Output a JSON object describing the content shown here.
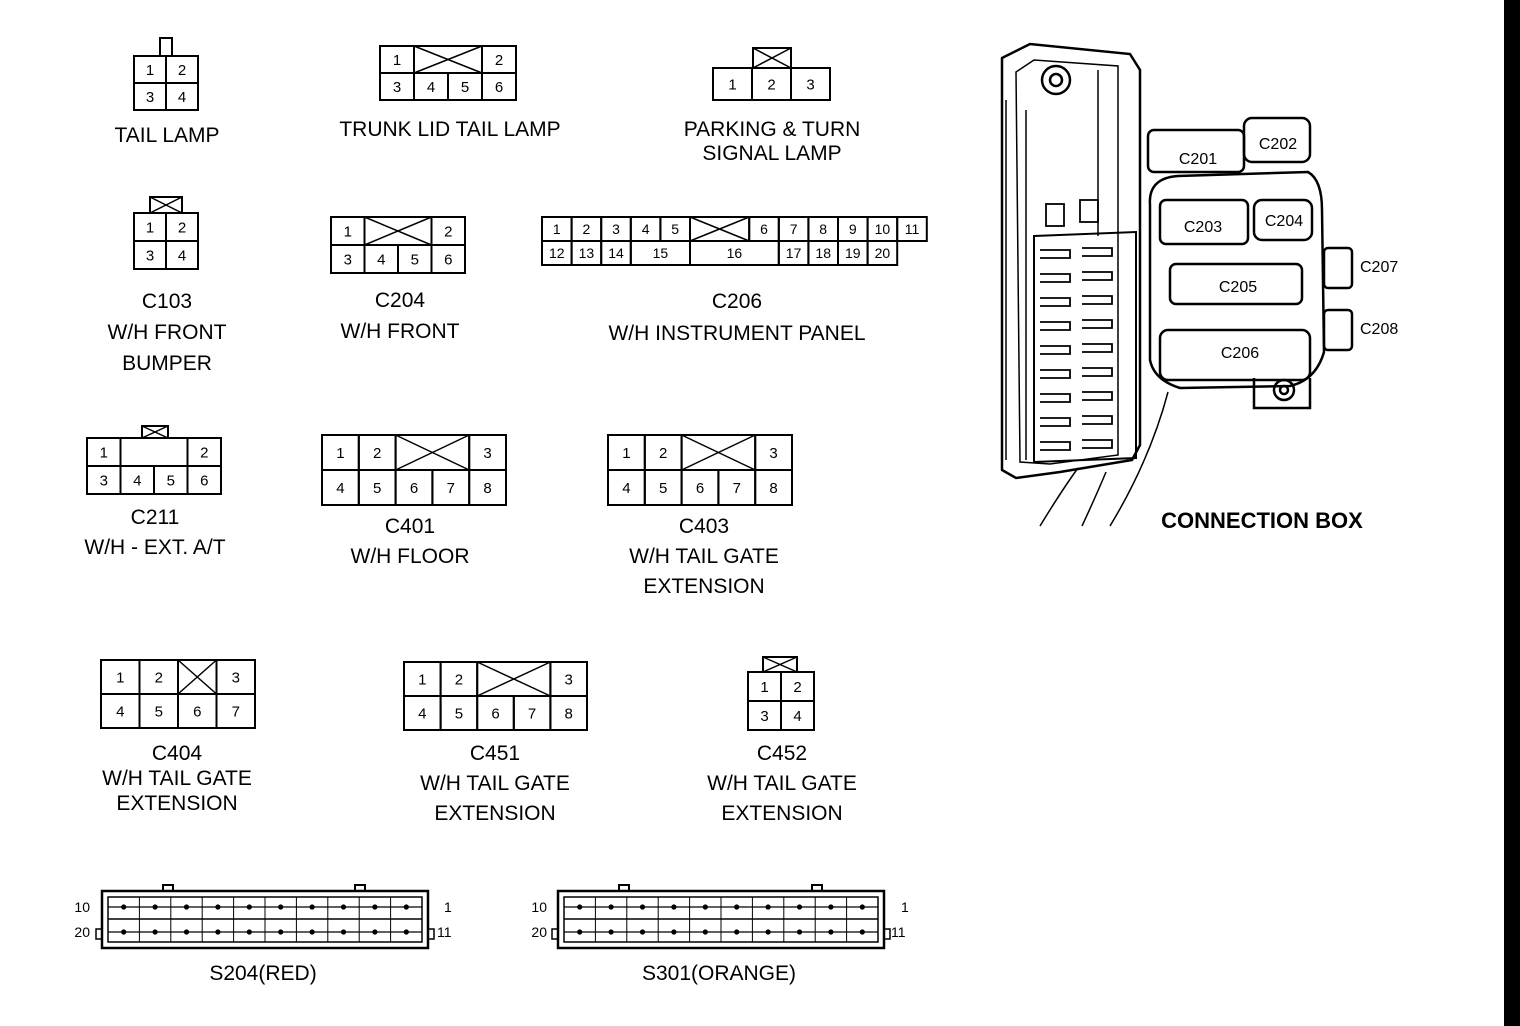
{
  "connectors": [
    {
      "id": "tail_lamp",
      "label_lines": [
        "TAIL LAMP"
      ],
      "rows": [
        [
          {
            "t": "1"
          },
          {
            "t": "2"
          }
        ],
        [
          {
            "t": "3"
          },
          {
            "t": "4"
          }
        ]
      ]
    },
    {
      "id": "trunk_lid",
      "label_lines": [
        "TRUNK LID TAIL LAMP"
      ],
      "rows": [
        [
          {
            "t": "1"
          },
          {
            "t": "",
            "x": 1,
            "span": 2
          },
          {
            "t": "2"
          }
        ],
        [
          {
            "t": "3"
          },
          {
            "t": "4"
          },
          {
            "t": "5"
          },
          {
            "t": "6"
          }
        ]
      ]
    },
    {
      "id": "parking",
      "label_lines": [
        "PARKING & TURN",
        "SIGNAL LAMP"
      ],
      "rows": [
        [
          {
            "t": "1"
          },
          {
            "t": "2"
          },
          {
            "t": "3"
          }
        ]
      ]
    },
    {
      "id": "c103",
      "label_lines": [
        "C103",
        "W/H FRONT",
        "BUMPER"
      ],
      "rows": [
        [
          {
            "t": "1"
          },
          {
            "t": "2"
          }
        ],
        [
          {
            "t": "3"
          },
          {
            "t": "4"
          }
        ]
      ]
    },
    {
      "id": "c204",
      "label_lines": [
        "C204",
        "W/H FRONT"
      ],
      "rows": [
        [
          {
            "t": "1"
          },
          {
            "t": "",
            "x": 1,
            "span": 2
          },
          {
            "t": "2"
          }
        ],
        [
          {
            "t": "3"
          },
          {
            "t": "4"
          },
          {
            "t": "5"
          },
          {
            "t": "6"
          }
        ]
      ]
    },
    {
      "id": "c206",
      "label_lines": [
        "C206",
        "W/H INSTRUMENT PANEL"
      ],
      "rows": [
        [
          {
            "t": "1"
          },
          {
            "t": "2"
          },
          {
            "t": "3"
          },
          {
            "t": "4"
          },
          {
            "t": "5"
          },
          {
            "t": "",
            "x": 1,
            "span": 2
          },
          {
            "t": "6"
          },
          {
            "t": "7"
          },
          {
            "t": "8"
          },
          {
            "t": "9"
          },
          {
            "t": "10"
          },
          {
            "t": "11"
          }
        ],
        [
          {
            "t": "12"
          },
          {
            "t": "13"
          },
          {
            "t": "14"
          },
          {
            "t": "15",
            "span": 2
          },
          {
            "t": "16",
            "span": 3
          },
          {
            "t": "17"
          },
          {
            "t": "18"
          },
          {
            "t": "19"
          },
          {
            "t": "20"
          }
        ]
      ]
    },
    {
      "id": "c211",
      "label_lines": [
        "C211",
        "W/H - EXT. A/T"
      ],
      "rows": [
        [
          {
            "t": "1"
          },
          {
            "t": "",
            "span": 2
          },
          {
            "t": "2"
          }
        ],
        [
          {
            "t": "3"
          },
          {
            "t": "4"
          },
          {
            "t": "5"
          },
          {
            "t": "6"
          }
        ]
      ]
    },
    {
      "id": "c401",
      "label_lines": [
        "C401",
        "W/H FLOOR"
      ],
      "rows": [
        [
          {
            "t": "1"
          },
          {
            "t": "2"
          },
          {
            "t": "",
            "x": 1,
            "span": 2
          },
          {
            "t": "3"
          }
        ],
        [
          {
            "t": "4"
          },
          {
            "t": "5"
          },
          {
            "t": "6"
          },
          {
            "t": "7"
          },
          {
            "t": "8"
          }
        ]
      ]
    },
    {
      "id": "c403",
      "label_lines": [
        "C403",
        "W/H TAIL GATE",
        "EXTENSION"
      ],
      "rows": [
        [
          {
            "t": "1"
          },
          {
            "t": "2"
          },
          {
            "t": "",
            "x": 1,
            "span": 2
          },
          {
            "t": "3"
          }
        ],
        [
          {
            "t": "4"
          },
          {
            "t": "5"
          },
          {
            "t": "6"
          },
          {
            "t": "7"
          },
          {
            "t": "8"
          }
        ]
      ]
    },
    {
      "id": "c404",
      "label_lines": [
        "C404",
        "W/H TAIL GATE",
        "EXTENSION"
      ],
      "rows": [
        [
          {
            "t": "1"
          },
          {
            "t": "2"
          },
          {
            "t": "",
            "x": 1
          },
          {
            "t": "3"
          }
        ],
        [
          {
            "t": "4"
          },
          {
            "t": "5"
          },
          {
            "t": "6"
          },
          {
            "t": "7"
          }
        ]
      ]
    },
    {
      "id": "c451",
      "label_lines": [
        "C451",
        "W/H TAIL GATE",
        "EXTENSION"
      ],
      "rows": [
        [
          {
            "t": "1"
          },
          {
            "t": "2"
          },
          {
            "t": "",
            "x": 1,
            "span": 2
          },
          {
            "t": "3"
          }
        ],
        [
          {
            "t": "4"
          },
          {
            "t": "5"
          },
          {
            "t": "6"
          },
          {
            "t": "7"
          },
          {
            "t": "8"
          }
        ]
      ]
    },
    {
      "id": "c452",
      "label_lines": [
        "C452",
        "W/H TAIL GATE",
        "EXTENSION"
      ],
      "rows": [
        [
          {
            "t": "1"
          },
          {
            "t": "2"
          }
        ],
        [
          {
            "t": "3"
          },
          {
            "t": "4"
          }
        ]
      ]
    }
  ],
  "splices": [
    {
      "id": "s204",
      "label": "S204(RED)",
      "left_top": "10",
      "left_bottom": "20",
      "right_top": "1",
      "right_bottom": "11"
    },
    {
      "id": "s301",
      "label": "S301(ORANGE)",
      "left_top": "10",
      "left_bottom": "20",
      "right_top": "1",
      "right_bottom": "11"
    }
  ],
  "connection_box": {
    "title": "CONNECTION BOX",
    "labels": {
      "c201": "C201",
      "c202": "C202",
      "c203": "C203",
      "c204": "C204",
      "c205": "C205",
      "c206": "C206",
      "c207": "C207",
      "c208": "C208"
    }
  }
}
